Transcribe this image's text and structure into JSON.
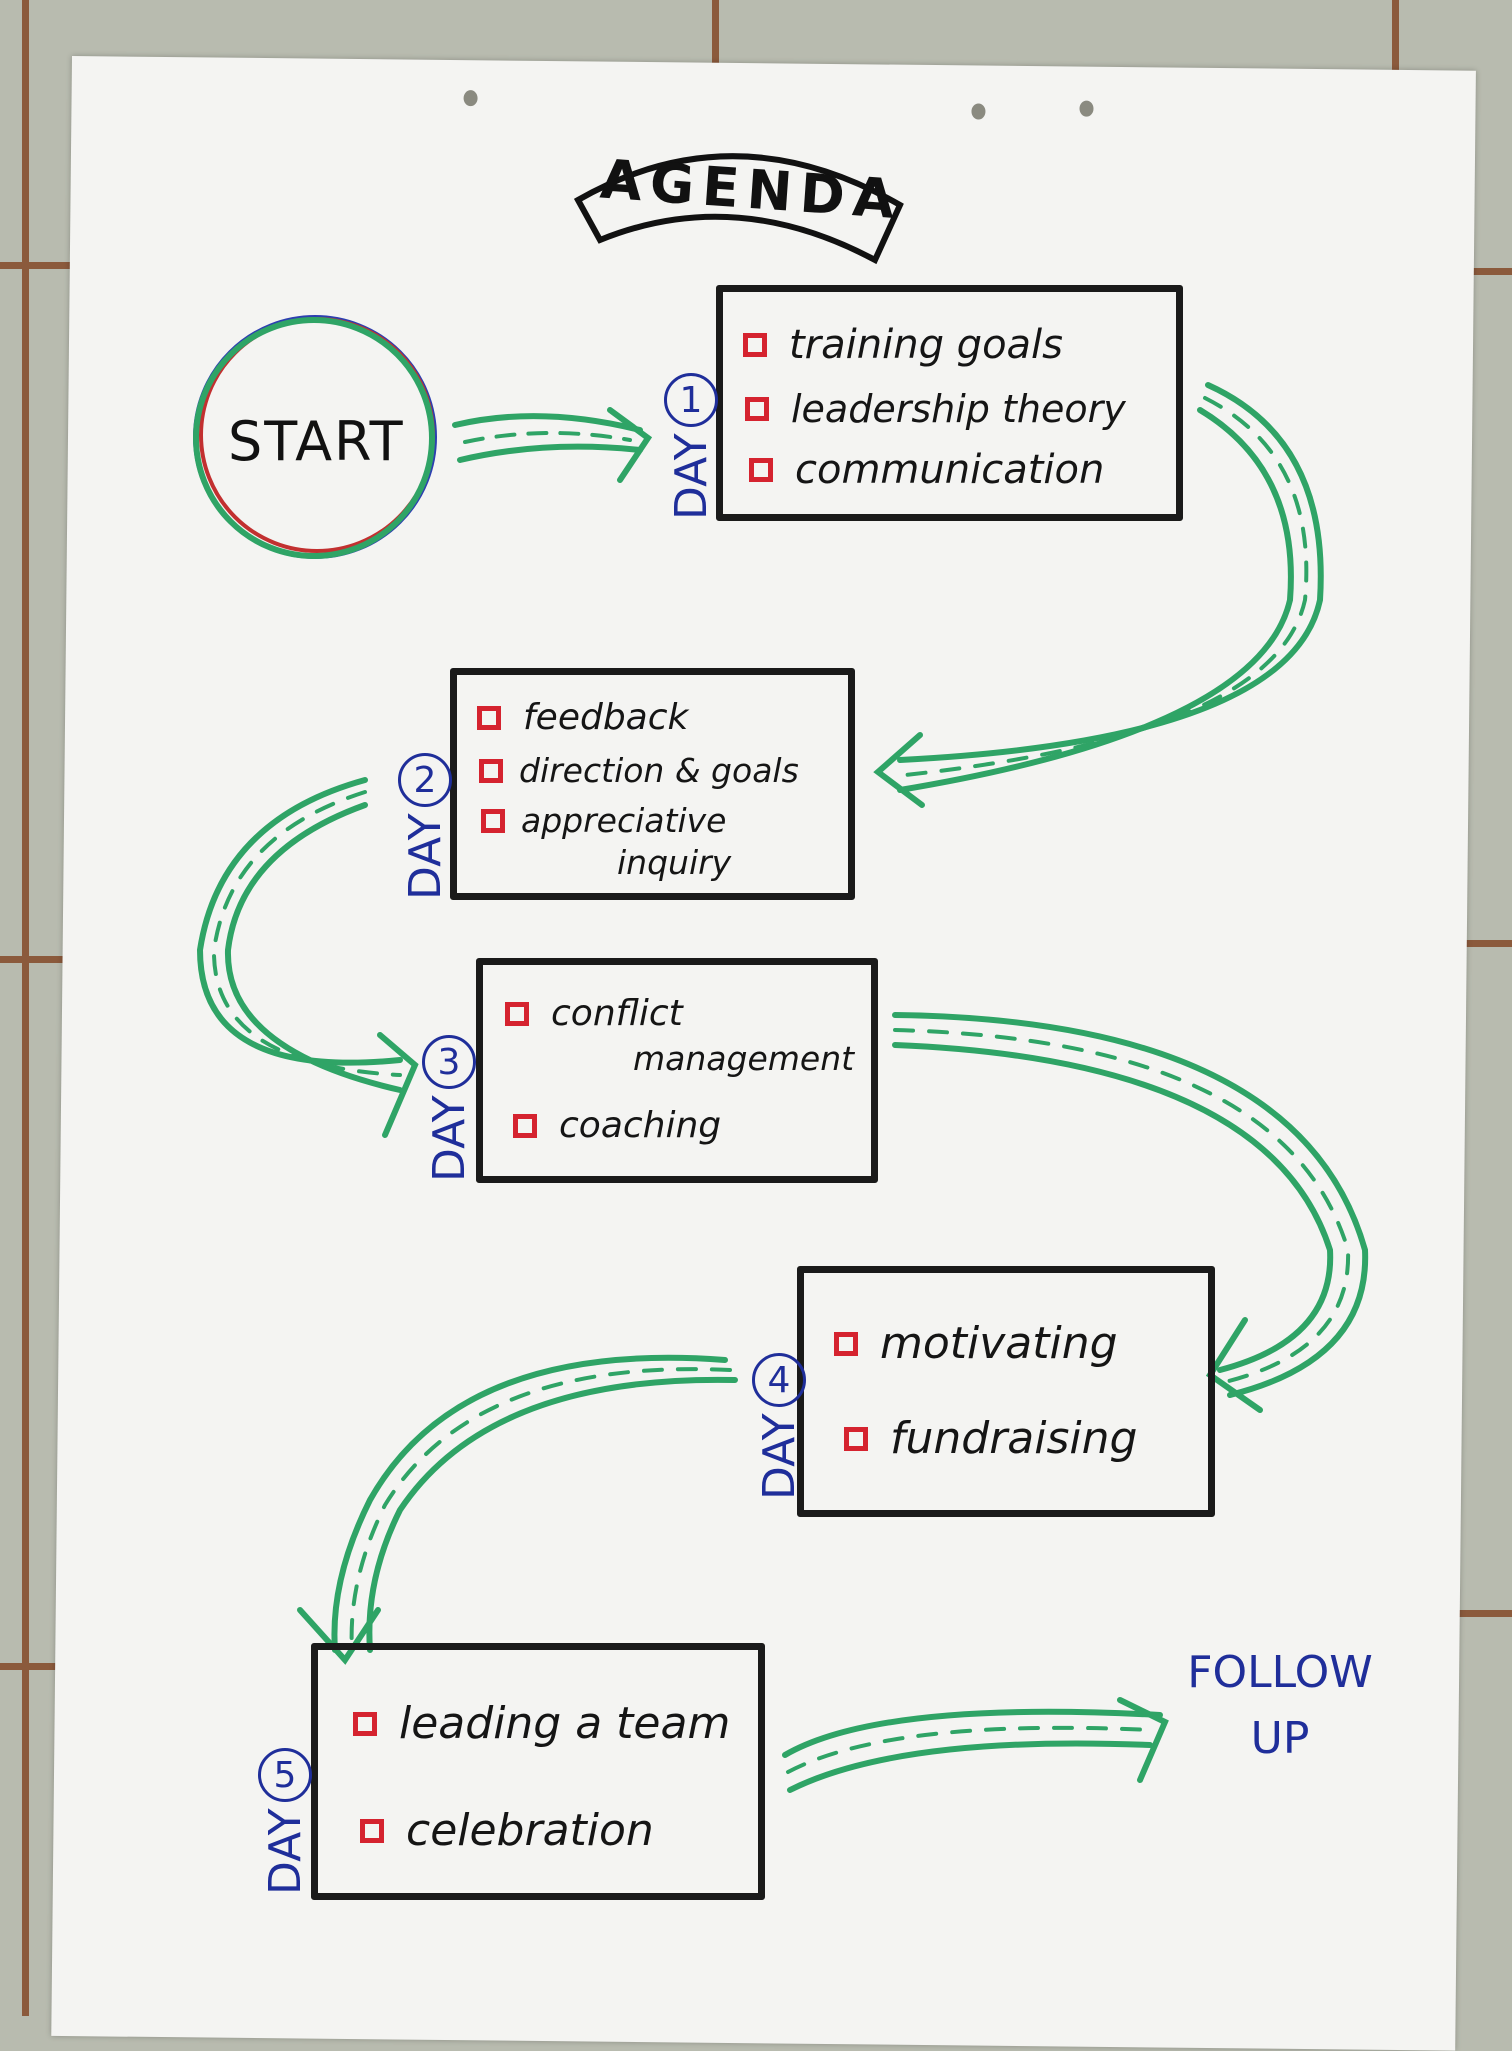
{
  "title": "AGENDA",
  "start_label": "START",
  "days": [
    {
      "label": "DAY",
      "number": "1",
      "items": [
        "training goals",
        "leadership theory",
        "communication"
      ]
    },
    {
      "label": "DAY",
      "number": "2",
      "items": [
        "feedback",
        "direction & goals",
        "appreciative",
        "inquiry"
      ]
    },
    {
      "label": "DAY",
      "number": "3",
      "items": [
        "conflict",
        "management",
        "coaching"
      ]
    },
    {
      "label": "DAY",
      "number": "4",
      "items": [
        "motivating",
        "fundraising"
      ]
    },
    {
      "label": "DAY",
      "number": "5",
      "items": [
        "leading a team",
        "celebration"
      ]
    }
  ],
  "end": {
    "line1": "FOLLOW",
    "line2": "UP"
  },
  "colors": {
    "arrow": "#2fa466",
    "checkbox": "#d5232f",
    "day_label": "#1f2e9a",
    "box": "#1a1a1a"
  }
}
